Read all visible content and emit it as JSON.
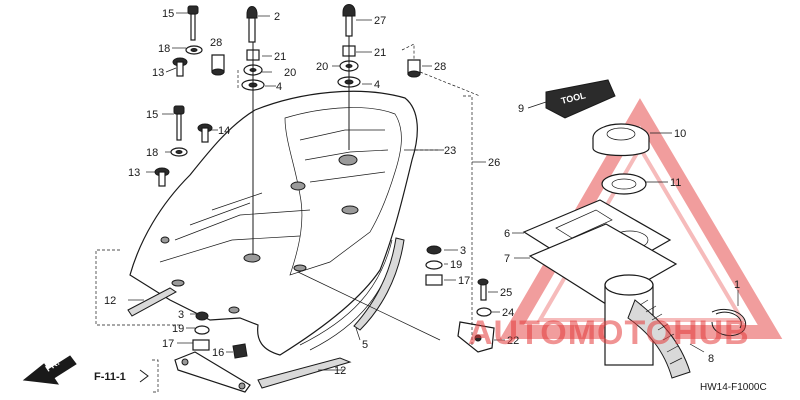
{
  "diagram": {
    "callouts": {
      "c1": "15",
      "c2": "2",
      "c3": "27",
      "c4": "18",
      "c5": "28",
      "c6": "21",
      "c7": "21",
      "c8": "13",
      "c9": "20",
      "c10": "20",
      "c11": "4",
      "c12": "4",
      "c13": "28",
      "c14": "15",
      "c15": "14",
      "c16": "23",
      "c17": "26",
      "c18": "18",
      "c19": "13",
      "c20": "9",
      "c21": "10",
      "c22": "11",
      "c23": "6",
      "c24": "7",
      "c25": "3",
      "c26": "19",
      "c27": "17",
      "c28": "25",
      "c29": "24",
      "c30": "22",
      "c31": "1",
      "c32": "8",
      "c33": "12",
      "c34": "3",
      "c35": "19",
      "c36": "17",
      "c37": "16",
      "c38": "5",
      "c39": "12"
    },
    "section_ref": "F-11-1",
    "front_indicator": "FR.",
    "cap_marking": "TOOL",
    "figure_code": "HW14-F1000C",
    "watermark": "AUTOMOTOHUB"
  }
}
